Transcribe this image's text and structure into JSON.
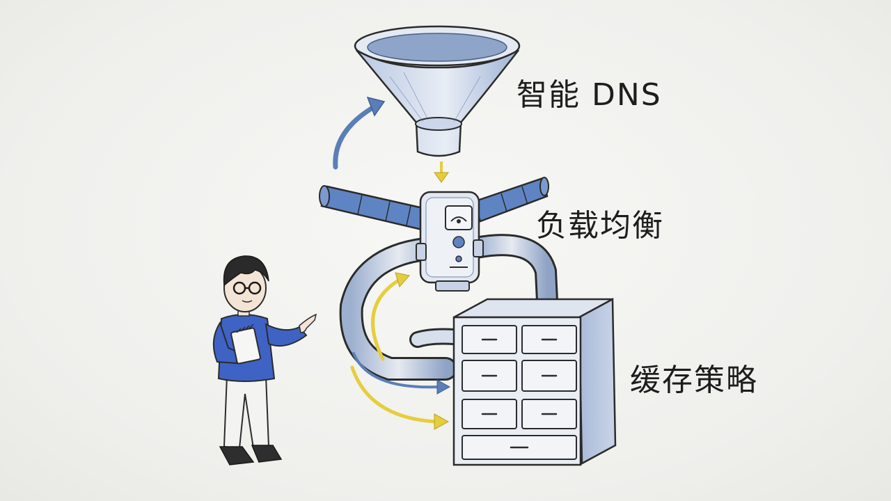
{
  "labels": {
    "smart_dns": "智能 DNS",
    "load_balancing": "负载均衡",
    "cache_strategy": "缓存策略"
  },
  "colors": {
    "pencil": "#2b2b2b",
    "blue_pencil": "#5a7fb8",
    "sweater_blue": "#3f63c4",
    "yellow_arrow": "#e6cd3c",
    "paper": "#f1f1ef"
  },
  "icons": {
    "funnel": "funnel-icon",
    "load_balancer": "load-balancer-device",
    "cabinet": "cabinet-icon",
    "person": "person-figure"
  }
}
